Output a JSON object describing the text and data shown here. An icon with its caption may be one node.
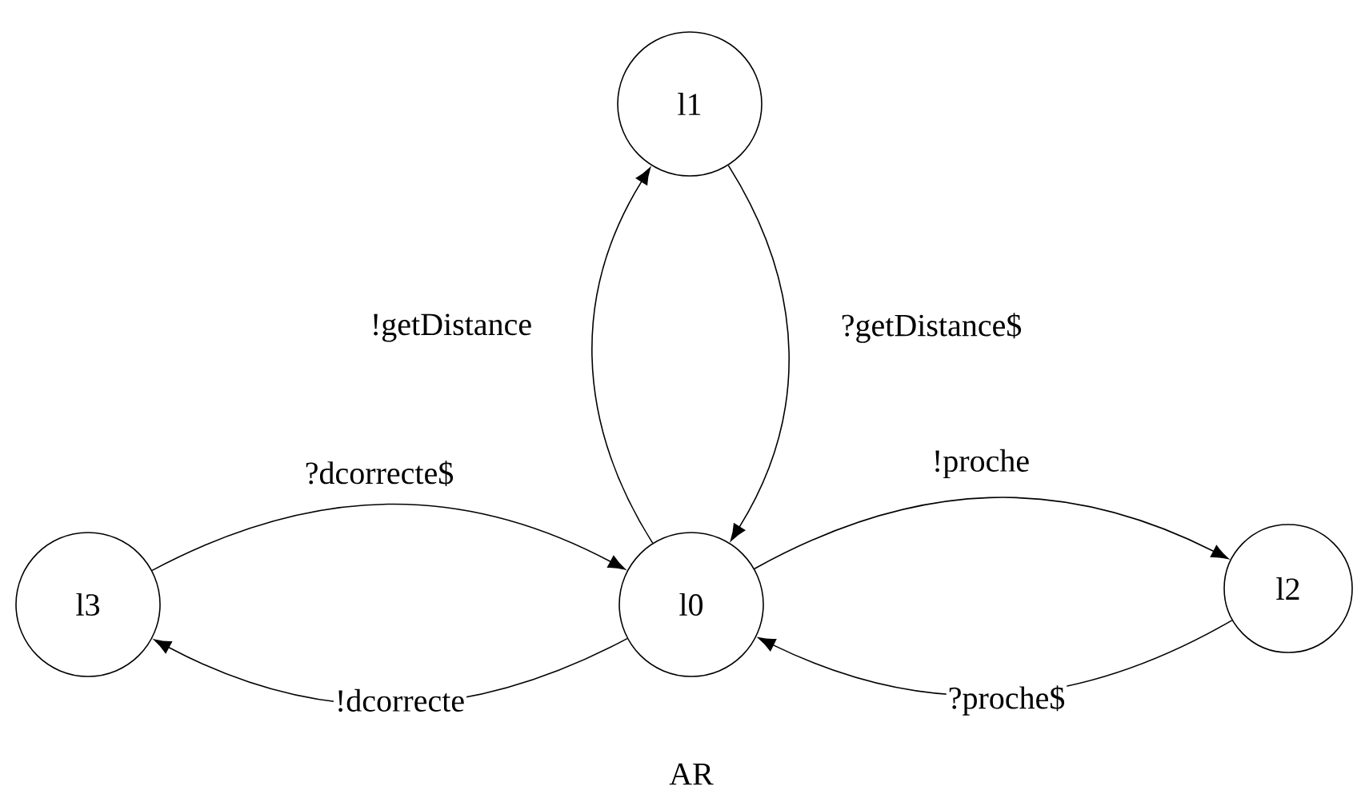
{
  "diagram": {
    "caption": "AR",
    "nodes": [
      {
        "text": [
          "l0"
        ]
      },
      {
        "text": [
          "l1"
        ]
      },
      {
        "text": [
          "l2"
        ]
      },
      {
        "text": [
          "l3"
        ]
      }
    ],
    "edges": [
      {
        "from": 0,
        "to": 1,
        "arrow": "to",
        "label": "!getDistance"
      },
      {
        "from": 1,
        "to": 0,
        "arrow": "to",
        "label": "?getDistance$"
      },
      {
        "from": 3,
        "to": 0,
        "arrow": "to",
        "label": "?dcorrecte$"
      },
      {
        "from": 0,
        "to": 3,
        "arrow": "to",
        "label": "!dcorrecte"
      },
      {
        "from": 0,
        "to": 2,
        "arrow": "to",
        "label": "!proche"
      },
      {
        "from": 2,
        "to": 0,
        "arrow": "to",
        "label": "?proche$"
      }
    ]
  }
}
